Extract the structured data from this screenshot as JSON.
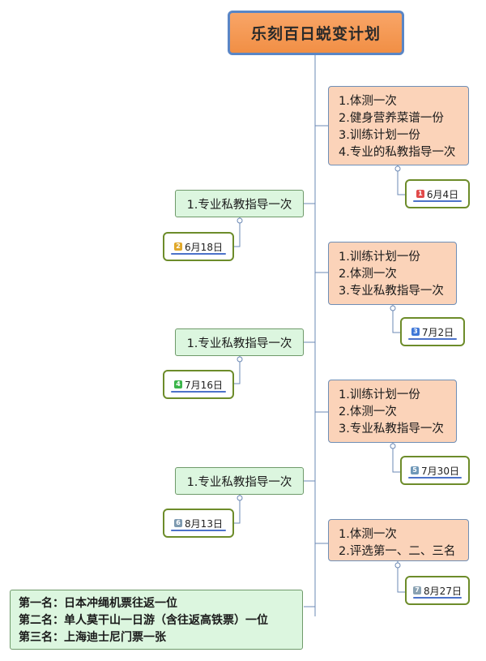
{
  "title": "乐刻百日蜕变计划",
  "right_blocks": [
    {
      "items": [
        "1.体测一次",
        "2.健身营养菜谱一份",
        "3.训练计划一份",
        "4.专业的私教指导一次"
      ],
      "date": "6月4日",
      "badge": "1",
      "badge_color": "#e14a4a"
    },
    {
      "items": [
        "1.训练计划一份",
        "2.体测一次",
        "3.专业私教指导一次"
      ],
      "date": "7月2日",
      "badge": "3",
      "badge_color": "#3f78d8"
    },
    {
      "items": [
        "1.训练计划一份",
        "2.体测一次",
        "3.专业私教指导一次"
      ],
      "date": "7月30日",
      "badge": "5",
      "badge_color": "#6f98b8"
    },
    {
      "items": [
        "1.体测一次",
        "2.评选第一、二、三名"
      ],
      "date": "8月27日",
      "badge": "7",
      "badge_color": "#8aa2b3"
    }
  ],
  "left_blocks": [
    {
      "label": "1.专业私教指导一次",
      "date": "6月18日",
      "badge": "2",
      "badge_color": "#e0a82a"
    },
    {
      "label": "1.专业私教指导一次",
      "date": "7月16日",
      "badge": "4",
      "badge_color": "#3bb54a"
    },
    {
      "label": "1.专业私教指导一次",
      "date": "8月13日",
      "badge": "6",
      "badge_color": "#7e9ab0"
    }
  ],
  "prizes": [
    "第一名：日本冲绳机票往返一位",
    "第二名：单人莫干山一日游（含往返高铁票）一位",
    "第三名：上海迪士尼门票一张"
  ]
}
